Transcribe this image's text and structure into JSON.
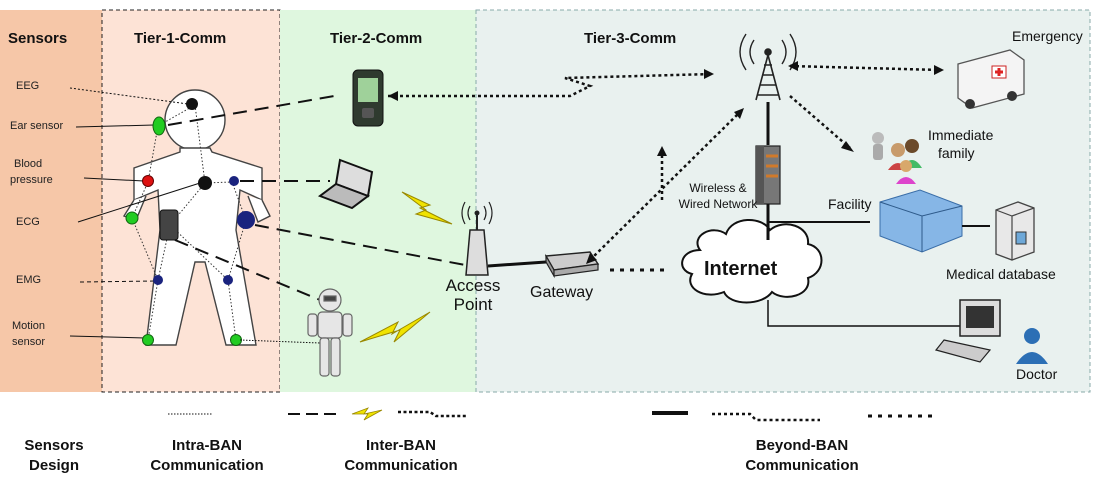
{
  "headers": {
    "sensors": "Sensors",
    "tier1": "Tier-1-Comm",
    "tier2": "Tier-2-Comm",
    "tier3": "Tier-3-Comm"
  },
  "sensor_labels": {
    "eeg": "EEG",
    "ear": "Ear sensor",
    "blood1": "Blood",
    "blood2": "pressure",
    "ecg": "ECG",
    "emg": "EMG",
    "motion1": "Motion",
    "motion2": "sensor"
  },
  "nodes": {
    "access_point_1": "Access",
    "access_point_2": "Point",
    "gateway": "Gateway",
    "internet": "Internet",
    "network_1": "Wireless &",
    "network_2": "Wired Network",
    "emergency": "Emergency",
    "family_1": "Immediate",
    "family_2": "family",
    "facility": "Facility",
    "database": "Medical database",
    "doctor": "Doctor"
  },
  "legend": {
    "sensors_design_1": "Sensors",
    "sensors_design_2": "Design",
    "intra_1": "Intra-BAN",
    "intra_2": "Communication",
    "inter_1": "Inter-BAN",
    "inter_2": "Communication",
    "beyond_1": "Beyond-BAN",
    "beyond_2": "Communication"
  },
  "colors": {
    "sensors_bg": "#f6c7a8",
    "tier1_bg": "#fde3d6",
    "tier2_bg": "#dff7df",
    "tier3_bg": "#e9f1ef",
    "sensor_black": "#111111",
    "sensor_green": "#22cc22",
    "sensor_red": "#dd1111",
    "sensor_blue": "#1a237e",
    "lightning": "#f0e300"
  }
}
